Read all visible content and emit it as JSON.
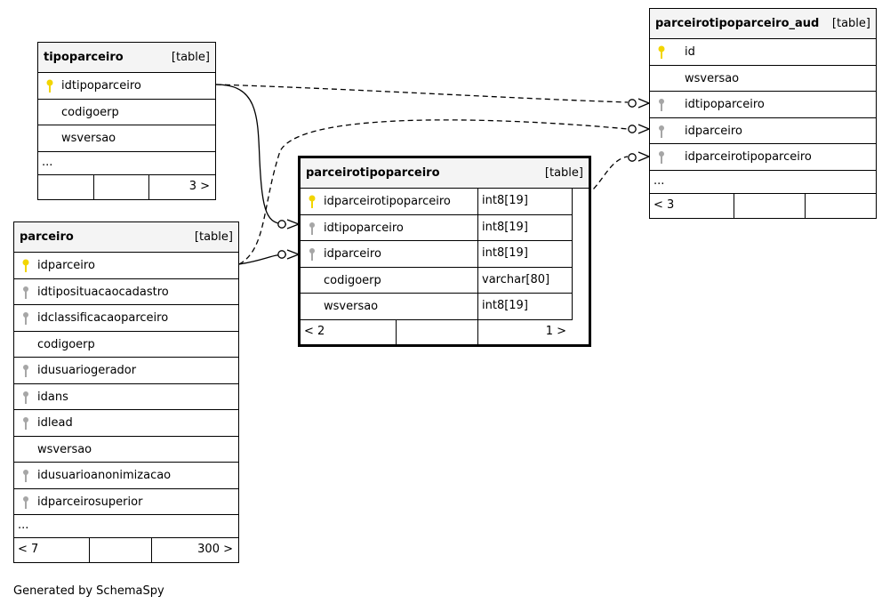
{
  "tables": {
    "tipoparceiro": {
      "name": "tipoparceiro",
      "kind": "[table]",
      "columns": [
        "idtipoparceiro",
        "codigoerp",
        "wsversao"
      ],
      "more": "...",
      "footer": {
        "left": "",
        "mid": "",
        "right": "3 >"
      }
    },
    "parceiro": {
      "name": "parceiro",
      "kind": "[table]",
      "columns": [
        "idparceiro",
        "idtiposituacaocadastro",
        "idclassificacaoparceiro",
        "codigoerp",
        "idusuariogerador",
        "idans",
        "idlead",
        "wsversao",
        "idusuarioanonimizacao",
        "idparceirosuperior"
      ],
      "more": "...",
      "footer": {
        "left": "< 7",
        "mid": "",
        "right": "300 >"
      }
    },
    "parceirotipoparceiro": {
      "name": "parceirotipoparceiro",
      "kind": "[table]",
      "columns": [
        "idparceirotipoparceiro",
        "idtipoparceiro",
        "idparceiro",
        "codigoerp",
        "wsversao"
      ],
      "types": [
        "int8[19]",
        "int8[19]",
        "int8[19]",
        "varchar[80]",
        "int8[19]"
      ],
      "footer": {
        "left": "< 2",
        "mid": "",
        "right": "1 >"
      }
    },
    "parceirotipoparceiro_aud": {
      "name": "parceirotipoparceiro_aud",
      "kind": "[table]",
      "columns": [
        "id",
        "wsversao",
        "idtipoparceiro",
        "idparceiro",
        "idparceirotipoparceiro"
      ],
      "more": "...",
      "footer": {
        "left": "< 3",
        "mid": "",
        "right": ""
      }
    }
  },
  "key_colors": {
    "primary": "#f2d500",
    "foreign": "#a6a6a6"
  },
  "footer_text": "Generated by SchemaSpy"
}
